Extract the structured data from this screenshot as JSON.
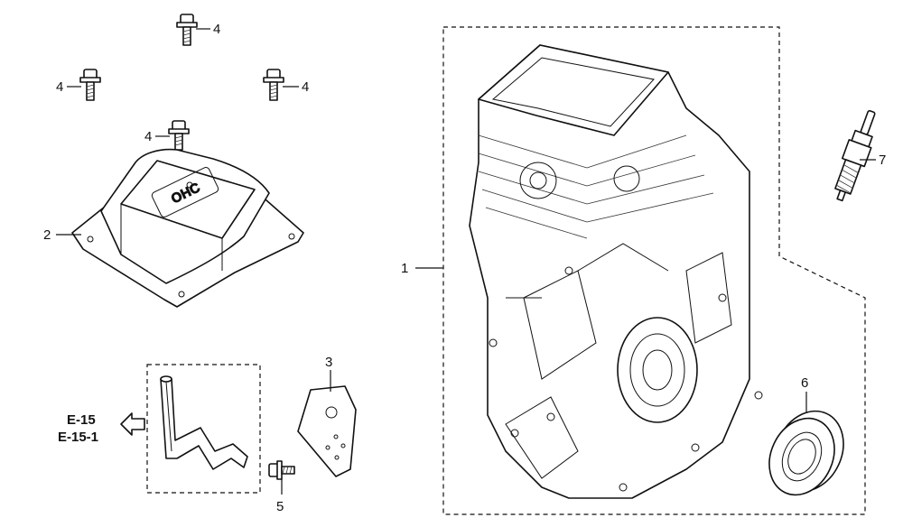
{
  "callouts": {
    "c1": "1",
    "c2": "2",
    "c3": "3",
    "c4a": "4",
    "c4b": "4",
    "c4c": "4",
    "c4d": "4",
    "c5": "5",
    "c6": "6",
    "c7": "7"
  },
  "cover_emboss": "OHC",
  "reference": {
    "line1": "E-15",
    "line2": "E-15-1",
    "icon": "arrow-left-icon"
  }
}
